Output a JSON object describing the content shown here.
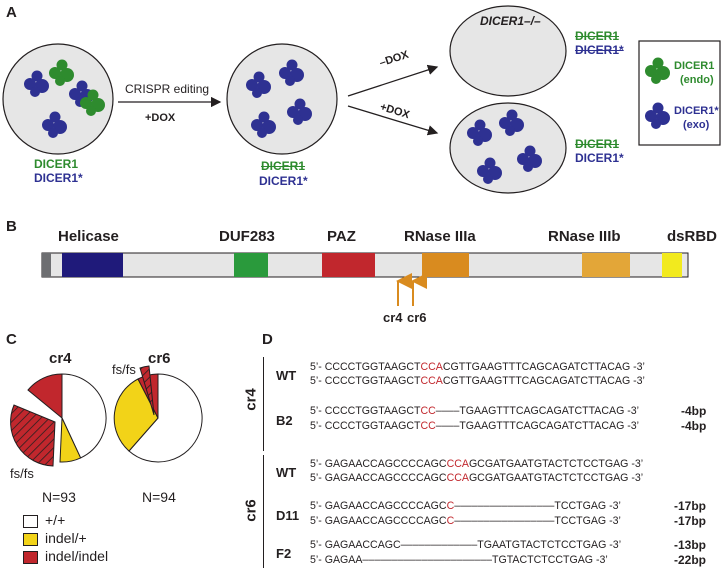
{
  "panels": {
    "a": "A",
    "b": "B",
    "c": "C",
    "d": "D"
  },
  "panel_a": {
    "step1_label": "CRISPR editing",
    "step1_sub": "+DOX",
    "cell1": {
      "line1": "DICER1",
      "line2": "DICER1*"
    },
    "cell2": {
      "line1": "DICER1",
      "line2": "DICER1*"
    },
    "minus_dox": "–DOX",
    "plus_dox": "+DOX",
    "knockout_label": "DICER1–/–",
    "cell3": {
      "line1": "DICER1",
      "line2": "DICER1*"
    },
    "cell4": {
      "line1": "DICER1",
      "line2": "DICER1*"
    },
    "legend": {
      "endo_name": "DICER1",
      "endo_sub": "(endo)",
      "exo_name": "DICER1*",
      "exo_sub": "(exo)"
    },
    "colors": {
      "endo": "#2e8b2e",
      "exo": "#2e3192",
      "cell_fill": "#e6e6e6"
    }
  },
  "panel_b": {
    "domains": [
      "Helicase",
      "DUF283",
      "PAZ",
      "RNase IIIa",
      "RNase IIIb",
      "dsRBD"
    ],
    "domain_colors": [
      "#1f1a7a",
      "#2a9a3c",
      "#c1272d",
      "#d98b1f",
      "#e3a638",
      "#f2ea1e"
    ],
    "guides": [
      "cr4",
      "cr6"
    ]
  },
  "panel_c": {
    "titles": [
      "cr4",
      "cr6"
    ],
    "n_labels": [
      "N=93",
      "N=94"
    ],
    "fsfs": [
      "fs/fs",
      "fs/fs"
    ],
    "legend": [
      "+/+",
      "indel/+",
      "indel/indel"
    ],
    "legend_colors": [
      "#ffffff",
      "#f2d318",
      "#c1272d"
    ]
  },
  "panel_d": {
    "group_labels": [
      "cr4",
      "cr6"
    ],
    "rows": [
      {
        "label": "WT",
        "seqs": [
          {
            "pre": "5’- CCCCTGGTAAGCT",
            "mid": "CCA",
            "post": "CGTTGAAGTTTCAGCAGATCTTACAG -3’",
            "bp": ""
          },
          {
            "pre": "5’- CCCCTGGTAAGCT",
            "mid": "CCA",
            "post": "CGTTGAAGTTTCAGCAGATCTTACAG -3’",
            "bp": ""
          }
        ]
      },
      {
        "label": "B2",
        "seqs": [
          {
            "pre": "5’- CCCCTGGTAAGCT",
            "mid": "CC",
            "post": "––––TGAAGTTTCAGCAGATCTTACAG -3’",
            "bp": "-4bp"
          },
          {
            "pre": "5’- CCCCTGGTAAGCT",
            "mid": "CC",
            "post": "––––TGAAGTTTCAGCAGATCTTACAG -3’",
            "bp": "-4bp"
          }
        ]
      },
      {
        "label": "WT",
        "seqs": [
          {
            "pre": "5’- GAGAACCAGCCCCAGC",
            "mid": "CCA",
            "post": "GCGATGAATGTACTCTCCTGAG -3’",
            "bp": ""
          },
          {
            "pre": "5’- GAGAACCAGCCCCAGC",
            "mid": "CCA",
            "post": "GCGATGAATGTACTCTCCTGAG -3’",
            "bp": ""
          }
        ]
      },
      {
        "label": "D11",
        "seqs": [
          {
            "pre": "5’- GAGAACCAGCCCCAGC",
            "mid": "C",
            "post": "–––––––––––––––––TCCTGAG -3’",
            "bp": "-17bp"
          },
          {
            "pre": "5’- GAGAACCAGCCCCAGC",
            "mid": "C",
            "post": "–––––––––––––––––TCCTGAG -3’",
            "bp": "-17bp"
          }
        ]
      },
      {
        "label": "F2",
        "seqs": [
          {
            "pre": "5’- GAGAACCAGC",
            "mid": "",
            "post": "–––––––––––––TGAATGTACTCTCCTGAG -3’",
            "bp": "-13bp"
          },
          {
            "pre": "5’- GAGAA",
            "mid": "",
            "post": "––––––––––––––––––––––TGTACTCTCCTGAG -3’",
            "bp": "-22bp"
          }
        ]
      }
    ]
  }
}
